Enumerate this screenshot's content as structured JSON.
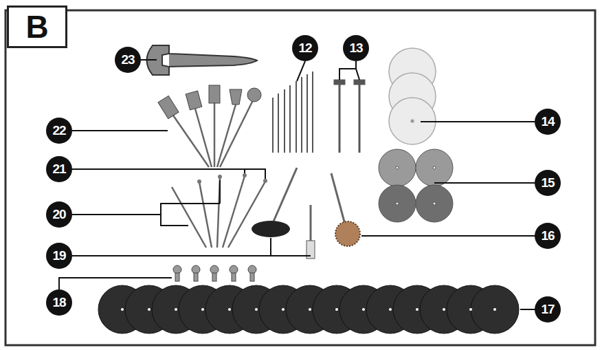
{
  "diagram": {
    "nodes": [
      {
        "text": [
          "B"
        ]
      }
    ],
    "labels": [
      "23",
      "12",
      "13",
      "14",
      "22",
      "21",
      "15",
      "20",
      "16",
      "19",
      "18",
      "17"
    ]
  }
}
